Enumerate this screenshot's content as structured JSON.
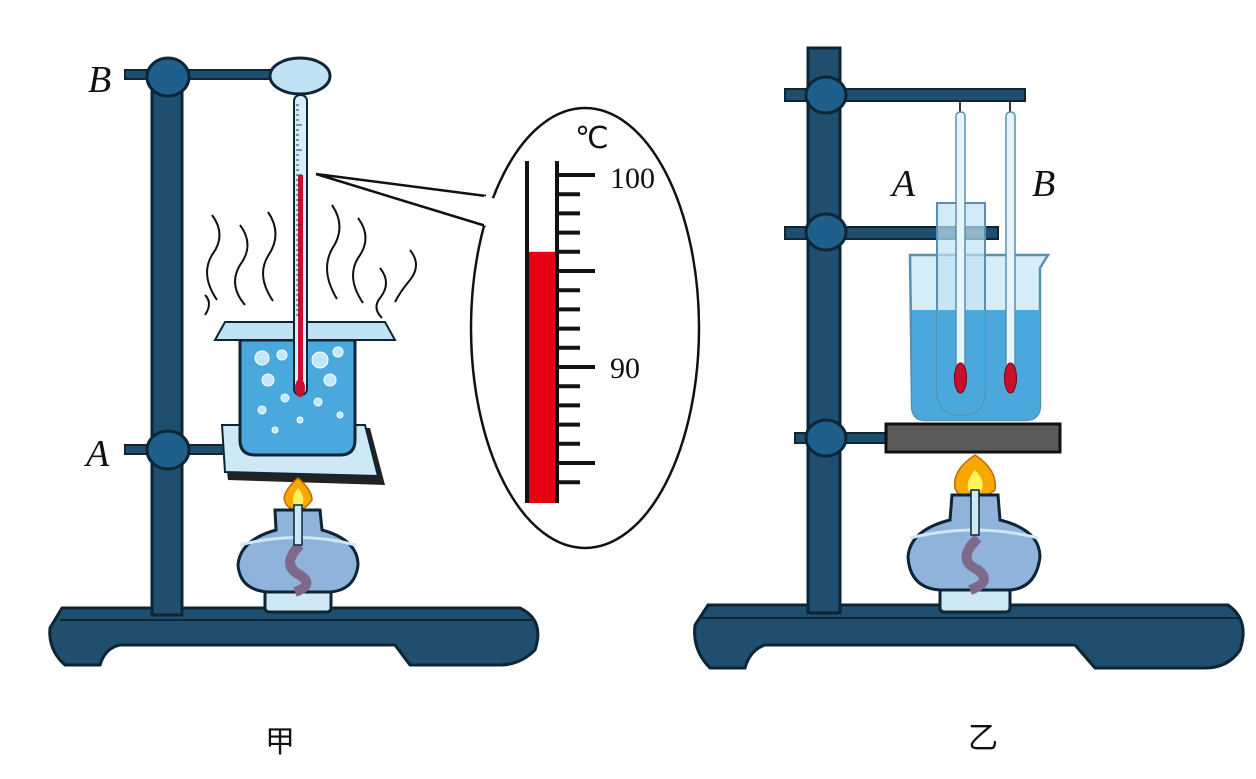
{
  "left_setup": {
    "caption": "甲",
    "label_upper_clamp": "B",
    "label_lower_clamp": "A",
    "callout": {
      "unit": "℃",
      "tick_label_high": "100",
      "tick_label_low": "90",
      "scale_min": 84,
      "scale_max": 100,
      "reading_celsius": 96
    }
  },
  "right_setup": {
    "caption": "乙",
    "label_inner_thermometer": "A",
    "label_outer_thermometer": "B"
  },
  "colors": {
    "stand": "#1f4e6e",
    "water": "#4aa8dc",
    "mercury": "#e60012",
    "gauze": "#cfe8f5",
    "plate": "#5a5a5a"
  }
}
